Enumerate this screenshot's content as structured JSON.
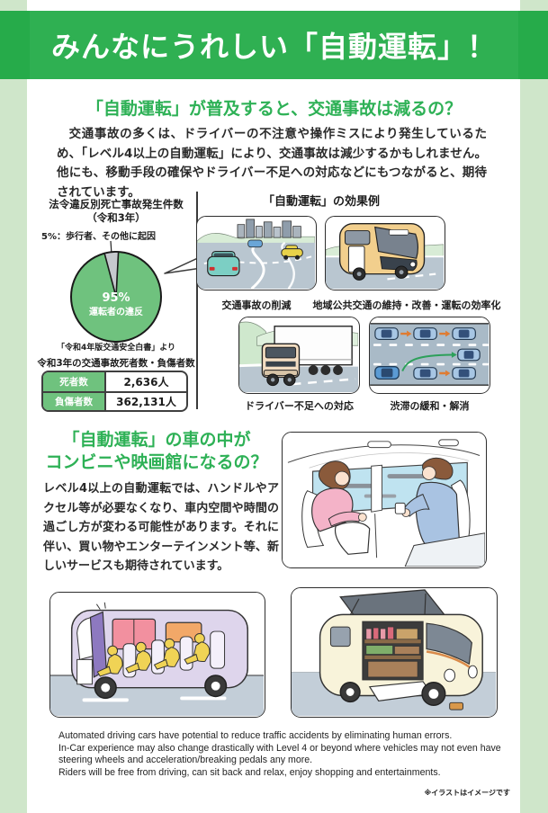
{
  "page": {
    "banner_title": "みんなにうれしい「自動運転」！",
    "note": "※イラストはイメージです"
  },
  "section1": {
    "heading": "「自動運転」が普及すると、交通事故は減るの？",
    "body": "交通事故の多くは、ドライバーの不注意や操作ミスにより発生しているため、「レベル4以上の自動運転」により、交通事故は減少するかもしれません。他にも、移動手段の確保やドライバー不足への対応などにもつながると、期待されています。"
  },
  "pie_section": {
    "title_line1": "法令違反別死亡事故発生件数",
    "title_line2": "（令和3年）",
    "slice_label": "5%：歩行者、その他に起因",
    "center_label_pct": "95%",
    "center_label_text": "運転者の違反",
    "source": "「令和4年版交通安全白書」より",
    "table_title": "令和3年の交通事故死者数・負傷者数",
    "table": {
      "rows": [
        {
          "label": "死者数",
          "value": "2,636人"
        },
        {
          "label": "負傷者数",
          "value": "362,131人"
        }
      ]
    }
  },
  "chart_data": {
    "type": "pie",
    "title": "法令違反別死亡事故発生件数（令和3年）",
    "slices": [
      {
        "label": "運転者の違反",
        "value_pct": 95,
        "color": "#6fc27e"
      },
      {
        "label": "歩行者、その他に起因",
        "value_pct": 5,
        "color": "#c6c9ce"
      }
    ],
    "source": "「令和4年版交通安全白書」より",
    "legend_position": "inside"
  },
  "effects": {
    "title": "「自動運転」の効果例",
    "panels": [
      {
        "caption": "交通事故の削減"
      },
      {
        "caption": "地域公共交通の維持・改善・運転の効率化"
      },
      {
        "caption": "ドライバー不足への対応"
      },
      {
        "caption": "渋滞の緩和・解消"
      }
    ]
  },
  "section2": {
    "heading_line1": "「自動運転」の車の中が",
    "heading_line2": "コンビニや映画館になるの？",
    "body": "レベル4以上の自動運転では、ハンドルやアクセル等が必要なくなり、車内空間や時間の過ごし方が変わる可能性があります。それに伴い、買い物やエンターテインメント等、新しいサービスも期待されています。"
  },
  "footer": {
    "lines": [
      "Automated driving cars have potential to reduce traffic accidents by eliminating human errors.",
      "In-Car experience may also change drastically with Level 4 or beyond where vehicles may not even have",
      "steering wheels and acceleration/breaking pedals any more.",
      "Riders will be free from driving, can sit back and relax, enjoy shopping and entertainments."
    ]
  },
  "colors": {
    "banner_green": "#2fb052",
    "frame_light_green": "#cfe6ca",
    "heading_green": "#2eb156",
    "pie_green": "#6fc27e",
    "pie_gray": "#c6c9ce",
    "table_header_green": "#6fc27e",
    "road_gray": "#b9c6d0"
  }
}
